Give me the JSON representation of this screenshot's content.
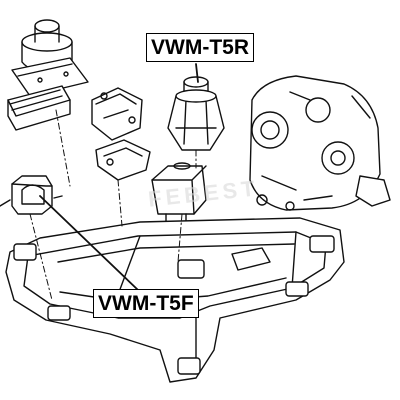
{
  "labels": {
    "rear_mount": "VWM-T5R",
    "front_mount": "VWM-T5F"
  },
  "watermark": "FEBEST",
  "colors": {
    "line": "#111111",
    "fill": "#ffffff",
    "watermark": "#d6d6d6"
  }
}
